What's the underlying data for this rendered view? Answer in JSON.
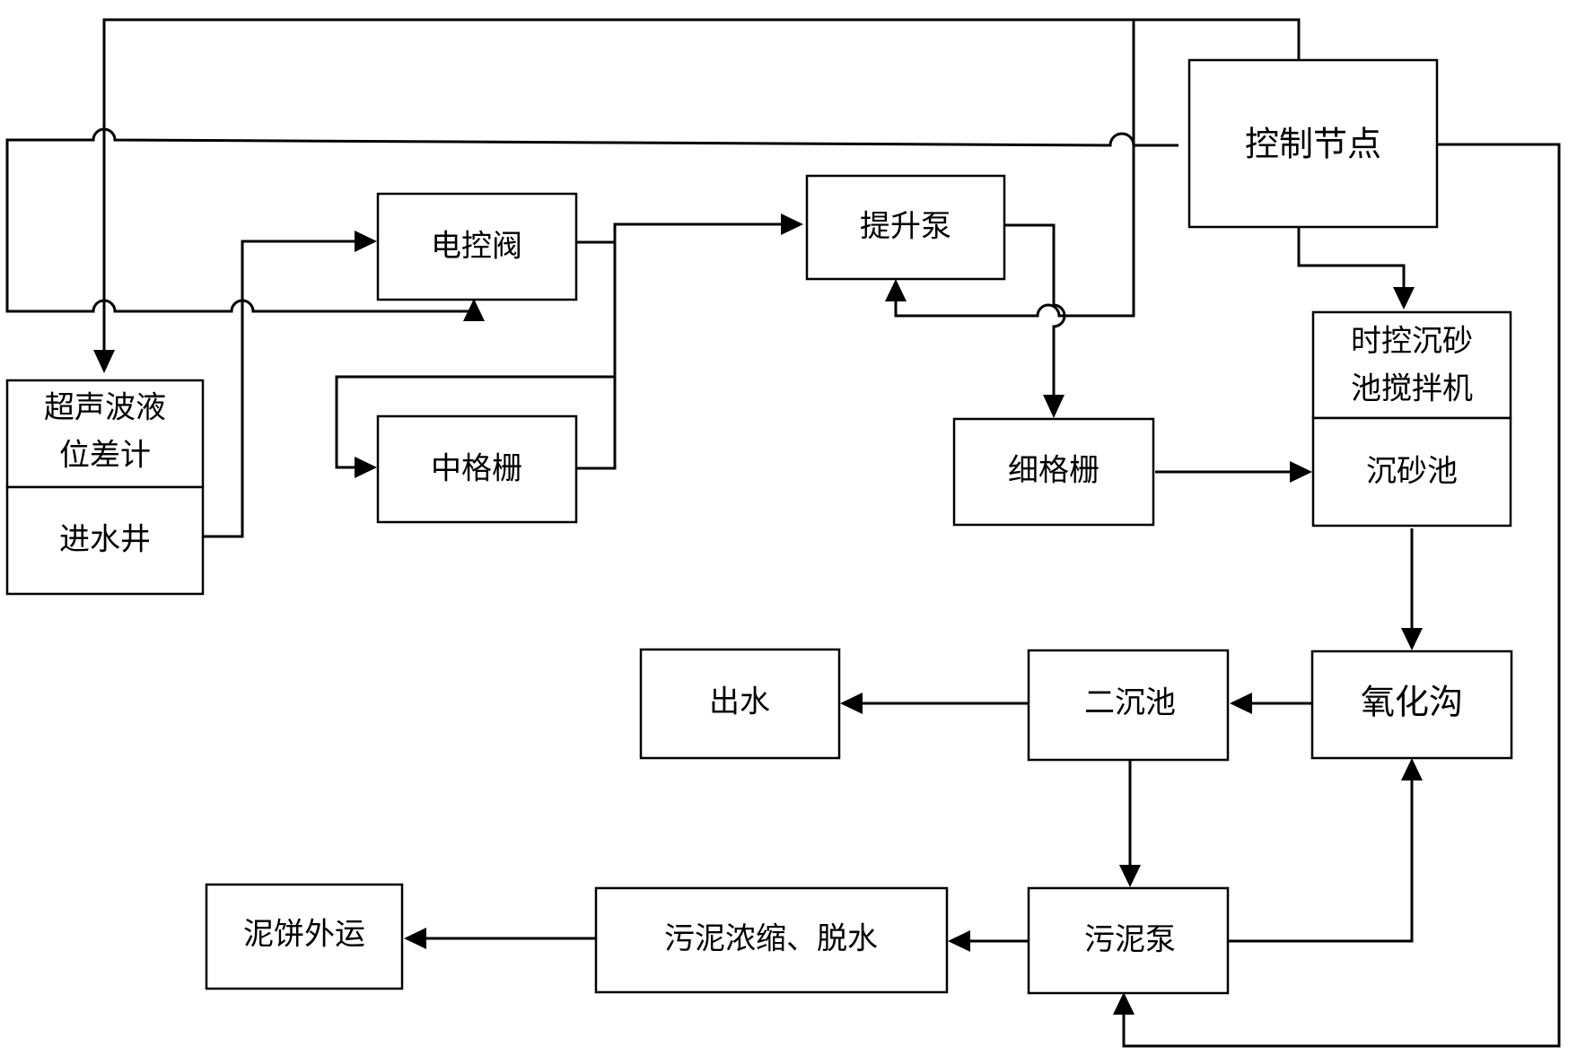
{
  "nodes": {
    "ctrl": "控制节点",
    "valve": "电控阀",
    "pump": "提升泵",
    "sensor1": "超声波液",
    "sensor2": "位差计",
    "well": "进水井",
    "midgrid": "中格栅",
    "finegrid": "细格栅",
    "mixer1": "时控沉砂",
    "mixer2": "池搅拌机",
    "grit": "沉砂池",
    "ox": "氧化沟",
    "sec": "二沉池",
    "out": "出水",
    "spump": "污泥泵",
    "dewater": "污泥浓缩、脱水",
    "cake": "泥饼外运"
  }
}
